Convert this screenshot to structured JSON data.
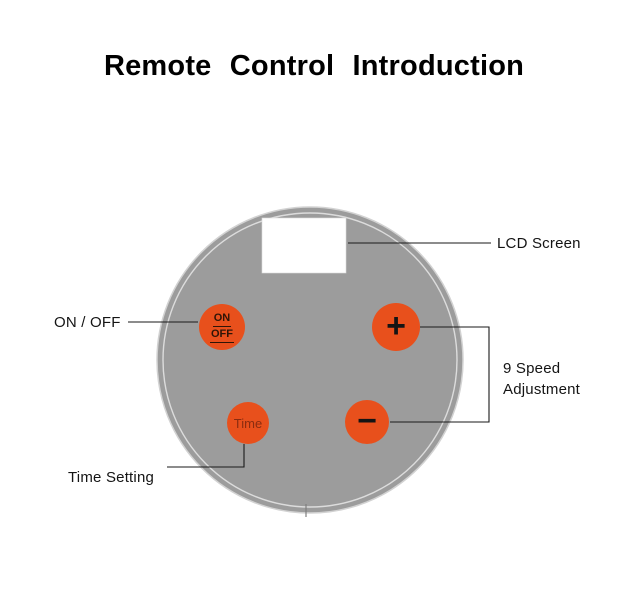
{
  "title": "Remote Control Introduction",
  "colors": {
    "button-color": "#e8501c",
    "body-color": "#9c9c9c",
    "line-color": "#1a1a1a",
    "lcd-color": "#ffffff"
  },
  "remote": {
    "buttons": {
      "on_off": {
        "line1": "ON",
        "line2": "OFF"
      },
      "plus": "+",
      "minus": "−",
      "time": "Time"
    }
  },
  "labels": {
    "lcd": "LCD Screen",
    "on_off": "ON / OFF",
    "speed": {
      "line1": "9 Speed",
      "line2": "Adjustment"
    },
    "time": "Time Setting"
  }
}
